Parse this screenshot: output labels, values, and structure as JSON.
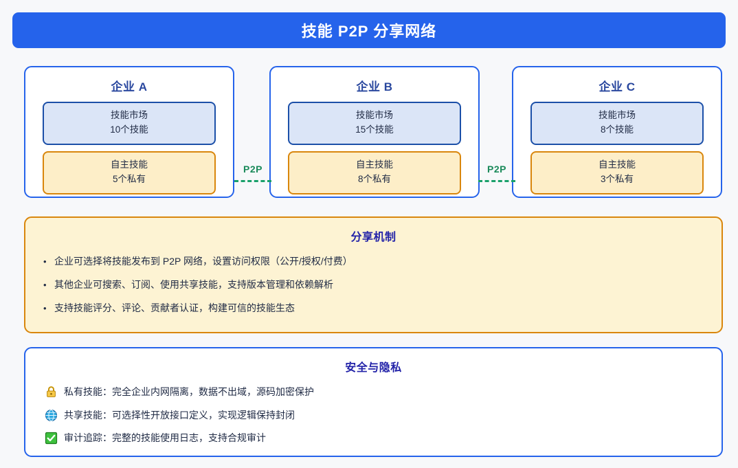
{
  "header": {
    "title": "技能 P2P 分享网络",
    "bg_color": "#2563eb"
  },
  "enterprises": [
    {
      "name": "企业 A",
      "market_label": "技能市场",
      "market_count": "10个技能",
      "private_label": "自主技能",
      "private_count": "5个私有"
    },
    {
      "name": "企业 B",
      "market_label": "技能市场",
      "market_count": "15个技能",
      "private_label": "自主技能",
      "private_count": "8个私有"
    },
    {
      "name": "企业 C",
      "market_label": "技能市场",
      "market_count": "8个技能",
      "private_label": "自主技能",
      "private_count": "3个私有"
    }
  ],
  "connectors": [
    {
      "label": "P2P"
    },
    {
      "label": "P2P"
    }
  ],
  "share_panel": {
    "title": "分享机制",
    "bullet_mark": "•",
    "items": [
      "企业可选择将技能发布到 P2P 网络，设置访问权限（公开/授权/付费）",
      "其他企业可搜索、订阅、使用共享技能，支持版本管理和依赖解析",
      "支持技能评分、评论、贡献者认证，构建可信的技能生态"
    ]
  },
  "security_panel": {
    "title": "安全与隐私",
    "items": [
      {
        "icon": "lock-icon",
        "text": "私有技能：完全企业内网隔离，数据不出域，源码加密保护"
      },
      {
        "icon": "globe-icon",
        "text": "共享技能：可选择性开放接口定义，实现逻辑保持封闭"
      },
      {
        "icon": "check-box-icon",
        "text": "审计追踪：完整的技能使用日志，支持合规审计"
      }
    ]
  },
  "colors": {
    "page_bg": "#f7f8fa",
    "brand_blue": "#2563eb",
    "card_title_blue": "#29479e",
    "market_fill": "#dbe5f7",
    "market_border": "#1b4fa8",
    "private_fill": "#fdeec8",
    "private_border": "#d9860c",
    "share_fill": "#fdf3d3",
    "p2p_green": "#1a8a5a",
    "panel_title_blue": "#2222a8",
    "body_text": "#1f2a44"
  }
}
